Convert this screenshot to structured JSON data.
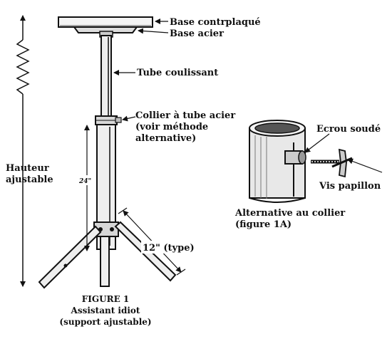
{
  "colors": {
    "ink": "#111111",
    "paper": "#ffffff",
    "metal": "#e8e8e8",
    "hatch": "#555555"
  },
  "labels": {
    "base_plywood": "Base contrplaqué",
    "base_steel": "Base acier",
    "sliding_tube": "Tube coulissant",
    "collar_line1": "Collier à tube acier",
    "collar_line2": "(voir méthode",
    "collar_line3": "alternative)",
    "height_line1": "Hauteur",
    "height_line2": "ajustable",
    "dim_24": "24\"",
    "dim_12": "12\" (type)",
    "figure_title": "FIGURE 1",
    "figure_line2": "Assistant idiot",
    "figure_line3": "(support ajustable)",
    "weld_nut": "Ecrou soudé",
    "wing_screw": "Vis papillon",
    "alt_line1": "Alternative au collier",
    "alt_line2": "(figure 1A)"
  }
}
